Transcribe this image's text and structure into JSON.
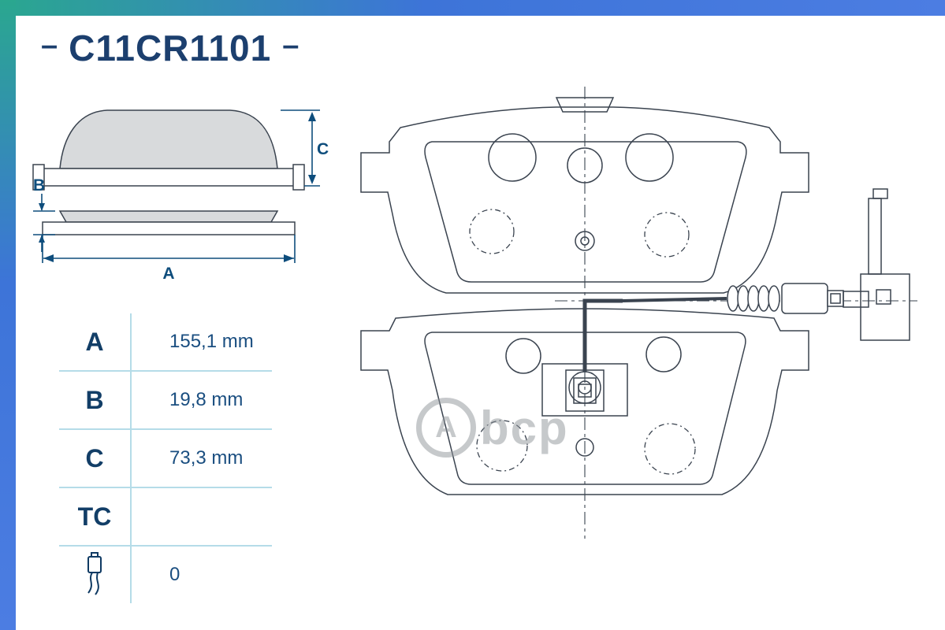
{
  "part_number": "C11CR1101",
  "header": {
    "dash": "–"
  },
  "schematic": {
    "dim_a": "A",
    "dim_b": "B",
    "dim_c": "C"
  },
  "table": {
    "rows": [
      {
        "label": "A",
        "value": "155,1 mm"
      },
      {
        "label": "B",
        "value": "19,8 mm"
      },
      {
        "label": "C",
        "value": "73,3 mm"
      },
      {
        "label": "TC",
        "value": ""
      },
      {
        "label": "",
        "value": "0"
      }
    ]
  },
  "watermark": {
    "letter": "A",
    "text": "bcp"
  },
  "colors": {
    "navy": "#123e67",
    "value_navy": "#1a4e80",
    "dim_navy": "#0e4d7c",
    "teal": "#2aa78f",
    "blue": "#4c7de2",
    "table_line": "#b5dce8",
    "drawing_line": "#3a434f",
    "pad_fill": "#d8dadc"
  }
}
